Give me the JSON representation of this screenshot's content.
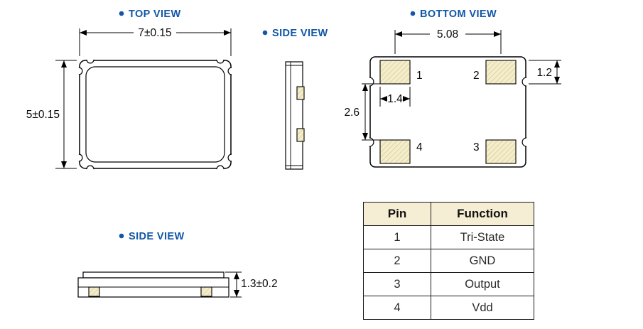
{
  "colors": {
    "label_blue": "#1257a6",
    "pad_fill": "#f4edca",
    "pad_hatch_line": "#cfc291",
    "table_header_bg": "#f6eed4",
    "line": "#000000"
  },
  "views": {
    "top": {
      "label": "TOP VIEW",
      "width_dim": "7±0.15",
      "height_dim": "5±0.15"
    },
    "side_top": {
      "label": "SIDE VIEW"
    },
    "bottom": {
      "label": "BOTTOM VIEW",
      "pad_pitch_dim": "5.08",
      "pad_height_dim": "1.2",
      "pad_width_dim": "1.4",
      "pad_gap_dim": "2.6",
      "pad_numbers": {
        "p1": "1",
        "p2": "2",
        "p3": "3",
        "p4": "4"
      }
    },
    "side_bottom": {
      "label": "SIDE VIEW",
      "height_dim": "1.3±0.2"
    }
  },
  "pin_table": {
    "headers": [
      "Pin",
      "Function"
    ],
    "rows": [
      {
        "pin": "1",
        "function": "Tri-State"
      },
      {
        "pin": "2",
        "function": "GND"
      },
      {
        "pin": "3",
        "function": "Output"
      },
      {
        "pin": "4",
        "function": "Vdd"
      }
    ]
  }
}
